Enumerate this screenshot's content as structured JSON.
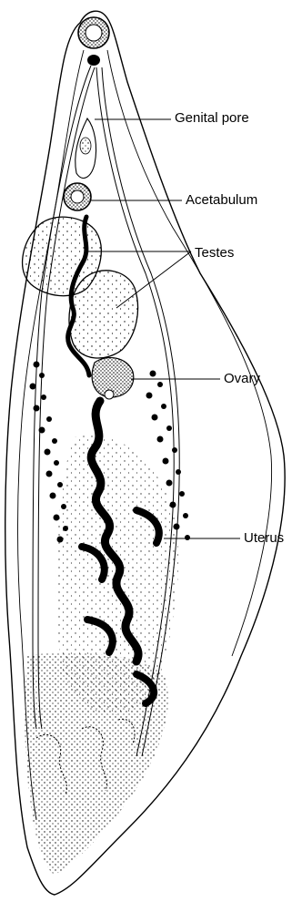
{
  "labels": {
    "genital_pore": "Genital pore",
    "acetabulum": "Acetabulum",
    "testes": "Testes",
    "ovary": "Ovary",
    "uterus": "Uterus"
  },
  "colors": {
    "ink": "#000000",
    "background": "#ffffff"
  }
}
